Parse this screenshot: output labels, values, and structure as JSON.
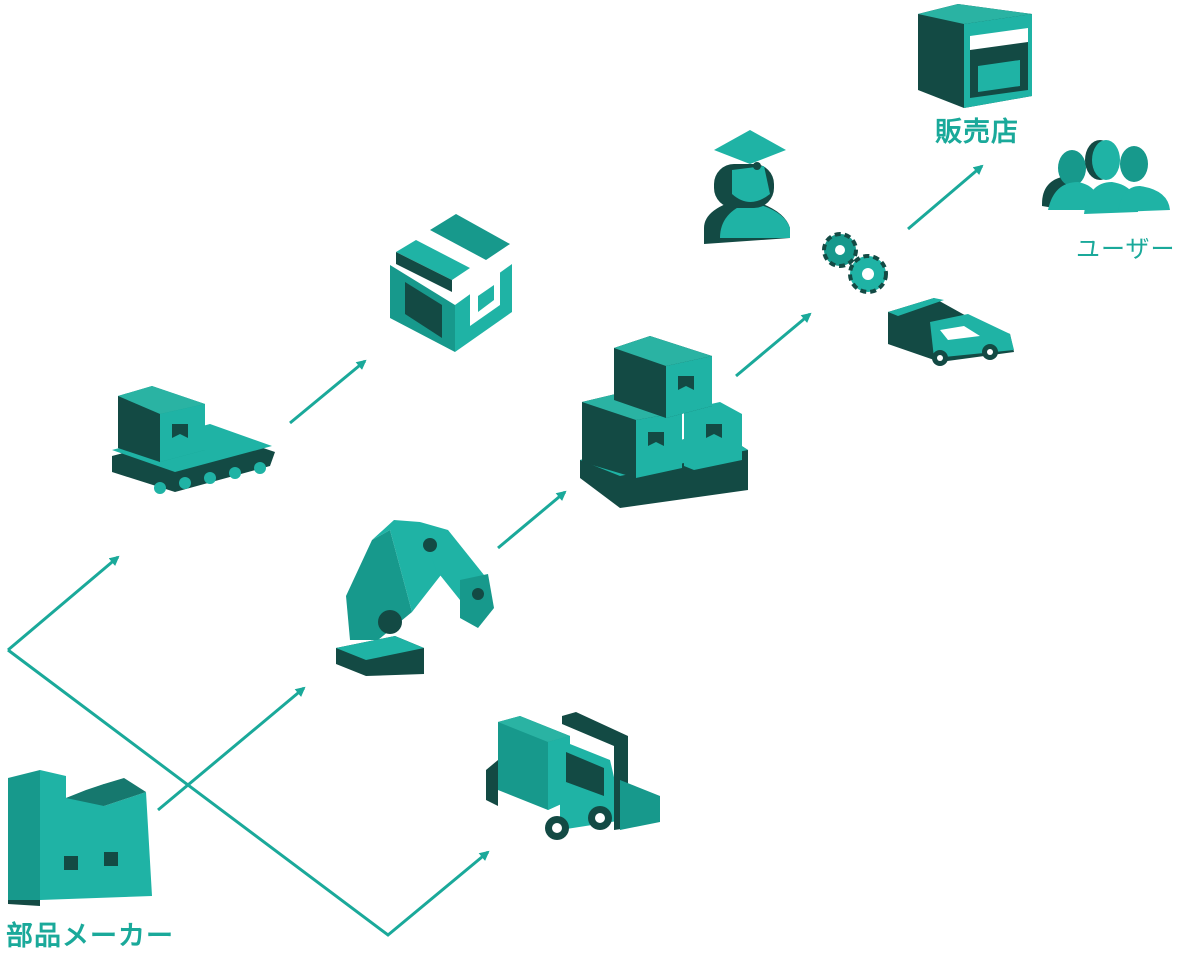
{
  "nodes": {
    "parts_maker": {
      "label": "部品メーカー",
      "icon": "factory-icon"
    },
    "conveyor": {
      "icon": "conveyor-box-icon"
    },
    "package": {
      "icon": "package-icon"
    },
    "robot_arm": {
      "icon": "robot-arm-icon"
    },
    "forklift": {
      "icon": "forklift-icon"
    },
    "pallet_boxes": {
      "icon": "pallet-boxes-icon"
    },
    "driver": {
      "icon": "driver-person-icon"
    },
    "gears": {
      "icon": "gears-icon"
    },
    "delivery_van": {
      "icon": "van-icon"
    },
    "store": {
      "label": "販売店",
      "icon": "store-icon"
    },
    "users": {
      "label": "ユーザー",
      "icon": "users-group-icon"
    }
  },
  "colors": {
    "teal_light": "#1fb3a5",
    "teal_mid": "#17998c",
    "teal_dark": "#134a44",
    "arrow": "#1aa99a",
    "label": "#1aa99a"
  }
}
